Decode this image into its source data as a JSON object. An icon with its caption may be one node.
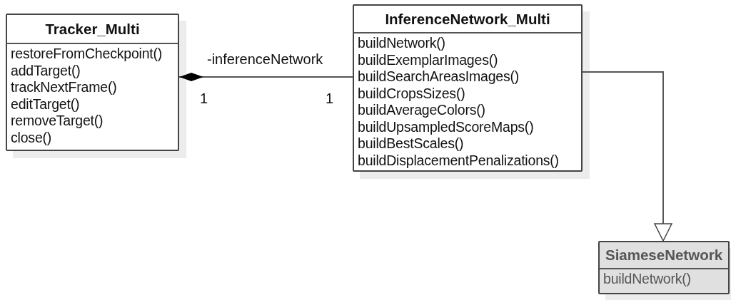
{
  "diagram": {
    "nodes": [
      {
        "text": [
          "Tracker_Multi",
          "restoreFromCheckpoint()",
          "addTarget()",
          "trackNextFrame()",
          "editTarget()",
          "removeTarget()",
          "close()"
        ]
      },
      {
        "text": [
          "InferenceNetwork_Multi",
          "buildNetwork()",
          "buildExemplarImages()",
          "buildSearchAreasImages()",
          "buildCropsSizes()",
          "buildAverageColors()",
          "buildUpsampledScoreMaps()",
          "buildBestScales()",
          "buildDisplacementPenalizations()"
        ]
      },
      {
        "text": [
          "SiameseNetwork",
          "buildNetwork()"
        ]
      }
    ],
    "edges": [
      {
        "from": 0,
        "to": 1,
        "arrow": "other",
        "label": "-inferenceNetwork"
      },
      {
        "from": 1,
        "to": 2,
        "arrow": "to"
      }
    ],
    "labels": [
      "1",
      "1"
    ]
  }
}
